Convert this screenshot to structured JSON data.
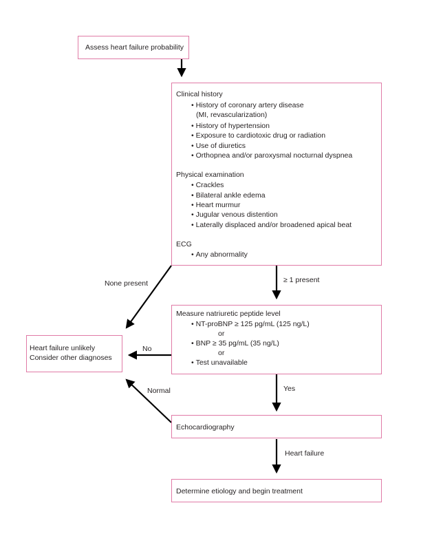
{
  "assess": {
    "label": "Assess heart failure probability"
  },
  "clinical": {
    "history_title": "Clinical history",
    "history_items": [
      "History of coronary artery disease",
      "(MI, revascularization)",
      "History of hypertension",
      "Exposure to cardiotoxic drug or radiation",
      "Use of diuretics",
      "Orthopnea and/or paroxysmal nocturnal dyspnea"
    ],
    "exam_title": "Physical examination",
    "exam_items": [
      "Crackles",
      "Bilateral ankle edema",
      "Heart murmur",
      "Jugular venous distention",
      "Laterally displaced and/or broadened apical beat"
    ],
    "ecg_title": "ECG",
    "ecg_items": [
      "Any abnormality"
    ]
  },
  "peptide": {
    "title": "Measure natriuretic peptide level",
    "item1": "NT-proBNP ≥ 125 pg/mL (125 ng/L)",
    "or1": "or",
    "item2": "BNP ≥ 35 pg/mL (35 ng/L)",
    "or2": "or",
    "item3": "Test unavailable"
  },
  "unlikely": {
    "line1": "Heart failure unlikely",
    "line2": "Consider other diagnoses"
  },
  "echo": {
    "label": "Echocardiography"
  },
  "treat": {
    "label": "Determine etiology and begin treatment"
  },
  "edges": {
    "none_present": "None present",
    "one_present": "≥ 1 present",
    "no": "No",
    "yes": "Yes",
    "normal": "Normal",
    "heart_failure": "Heart failure"
  }
}
